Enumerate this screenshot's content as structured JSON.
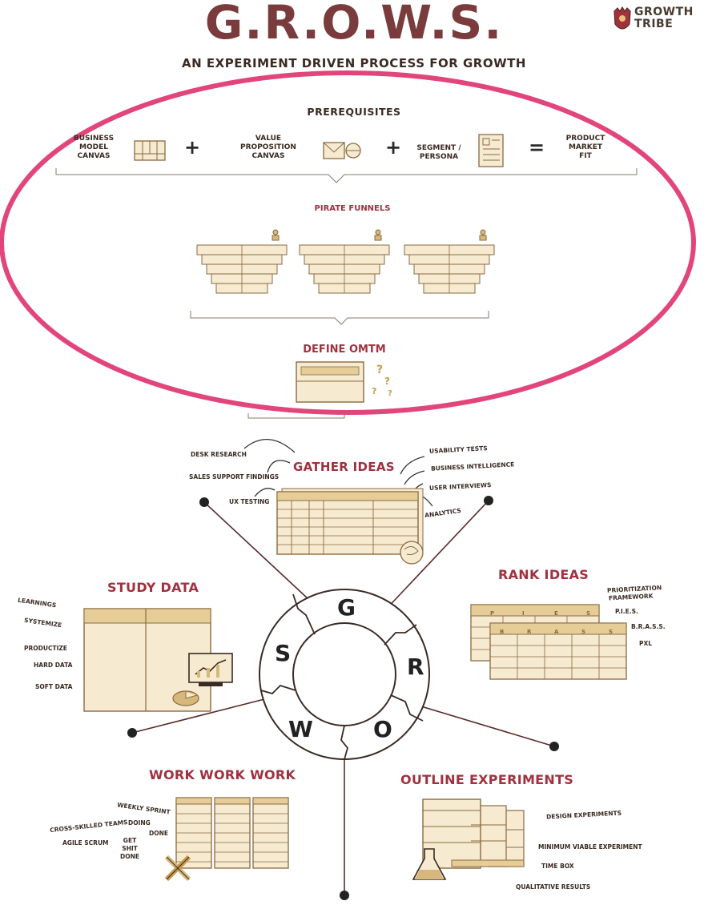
{
  "header": {
    "title": "G.R.O.W.S.",
    "subtitle": "AN EXPERIMENT DRIVEN PROCESS FOR GROWTH",
    "brand_line1": "GROWTH",
    "brand_line2": "TRIBE"
  },
  "prerequisites": {
    "title": "PREREQUISITES",
    "item1": [
      "BUSINESS",
      "MODEL",
      "CANVAS"
    ],
    "item2": [
      "VALUE",
      "PROPOSITION",
      "CANVAS"
    ],
    "item3": [
      "SEGMENT /",
      "PERSONA"
    ],
    "result": [
      "PRODUCT",
      "MARKET",
      "FIT"
    ],
    "plus": "+",
    "equals": "="
  },
  "pirate_funnels": {
    "title": "PIRATE FUNNELS"
  },
  "omtm": {
    "title": "DEFINE OMTM"
  },
  "wheel": {
    "g": "G",
    "r": "R",
    "o": "O",
    "w": "W",
    "s": "S"
  },
  "gather": {
    "title": "GATHER IDEAS",
    "desk_research": "DESK RESEARCH",
    "sales_support": "SALES SUPPORT FINDINGS",
    "ux_testing": "UX TESTING",
    "usability": "USABILITY TESTS",
    "bi": "BUSINESS INTELLIGENCE",
    "user_interviews": "USER INTERVIEWS",
    "analytics": "ANALYTICS"
  },
  "study": {
    "title": "STUDY DATA",
    "learnings": "LEARNINGS",
    "systemize": "SYSTEMIZE",
    "productize": "PRODUCTIZE",
    "hard_data": "HARD DATA",
    "soft_data": "SOFT DATA"
  },
  "rank": {
    "title": "RANK IDEAS",
    "prio1": "PRIORITIZATION",
    "prio2": "FRAMEWORK",
    "pies": "P.I.E.S.",
    "brass": "B.R.A.S.S.",
    "pxl": "PXL",
    "row1": [
      "P",
      "I",
      "E",
      "S"
    ],
    "row2": [
      "B",
      "R",
      "A",
      "S",
      "S"
    ]
  },
  "work": {
    "title": "WORK WORK WORK",
    "weekly_sprint": "WEEKLY SPRINT",
    "cross_skilled": "CROSS-SKILLED TEAMS",
    "doing": "DOING",
    "done": "DONE",
    "agile": "AGILE SCRUM",
    "gsd": [
      "GET",
      "SHIT",
      "DONE"
    ]
  },
  "outline": {
    "title": "OUTLINE EXPERIMENTS",
    "design": "DESIGN EXPERIMENTS",
    "mve": "MINIMUM VIABLE EXPERIMENT",
    "timebox": "TIME BOX",
    "qualitative": "QUALITATIVE RESULTS"
  },
  "colors": {
    "accent": "#a0313f",
    "ellipse": "#e2457a",
    "cream": "#f6ead0",
    "tan": "#d7b87c",
    "dark": "#3a2a22",
    "title": "#7a3b3d"
  }
}
